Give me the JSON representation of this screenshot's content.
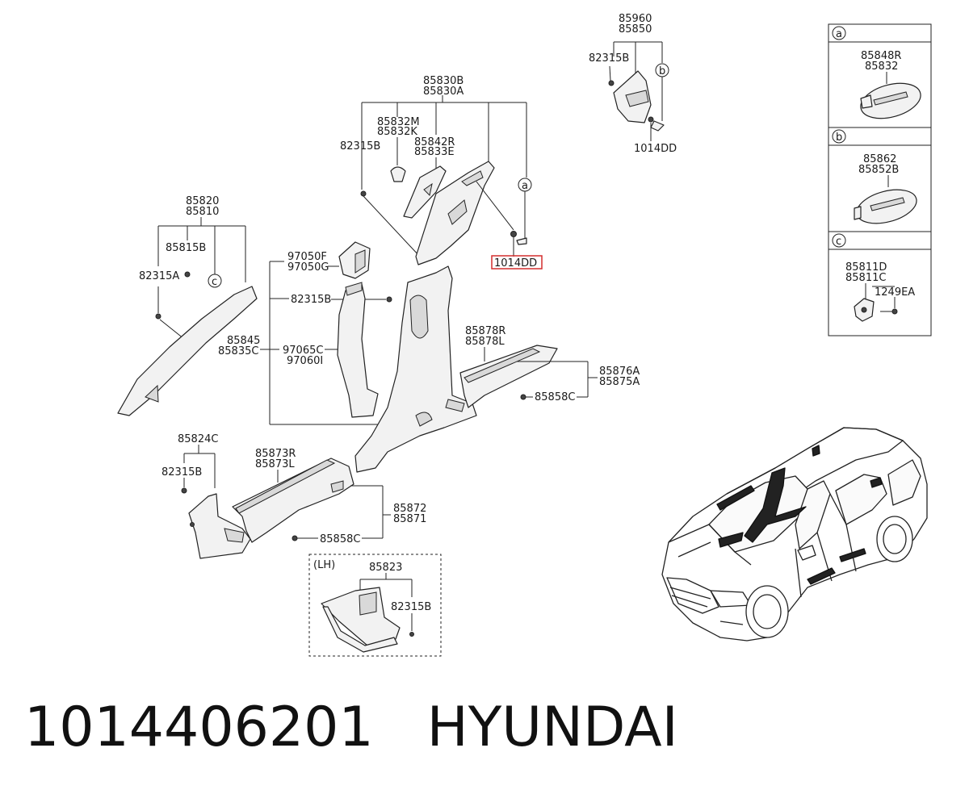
{
  "labels": {
    "p85960": "85960",
    "p85850": "85850",
    "p82315B_top": "82315B",
    "p1014DD_top": "1014DD",
    "p85830B": "85830B",
    "p85830A": "85830A",
    "p85832M": "85832M",
    "p85832K": "85832K",
    "p82315B_mid": "82315B",
    "p85842R": "85842R",
    "p85833E": "85833E",
    "p1014DD_hl": "1014DD",
    "p85820": "85820",
    "p85810": "85810",
    "p85815B": "85815B",
    "p82315A": "82315A",
    "p97050F": "97050F",
    "p97050G": "97050G",
    "p82315B_b": "82315B",
    "p85845": "85845",
    "p85835C": "85835C",
    "p97065C": "97065C",
    "p97060I": "97060I",
    "p85878R": "85878R",
    "p85878L": "85878L",
    "p85876A": "85876A",
    "p85875A": "85875A",
    "p85858C_r": "85858C",
    "p85824C": "85824C",
    "p82315B_l": "82315B",
    "p85873R": "85873R",
    "p85873L": "85873L",
    "p85872": "85872",
    "p85871": "85871",
    "p85858C_l": "85858C",
    "lh": "(LH)",
    "p85823": "85823",
    "p82315B_lh": "82315B",
    "circ_a": "a",
    "circ_b": "b",
    "circ_c": "c"
  },
  "legend": {
    "a": {
      "key": "a",
      "part1": "85848R",
      "part2": "85832"
    },
    "b": {
      "key": "b",
      "part1": "85862",
      "part2": "85852B"
    },
    "c": {
      "key": "c",
      "part1": "85811D",
      "part2": "85811C",
      "part3": "1249EA"
    }
  },
  "footer": {
    "part_number": "1014406201",
    "brand": "HYUNDAI"
  },
  "highlight_color": "#d32f2f"
}
